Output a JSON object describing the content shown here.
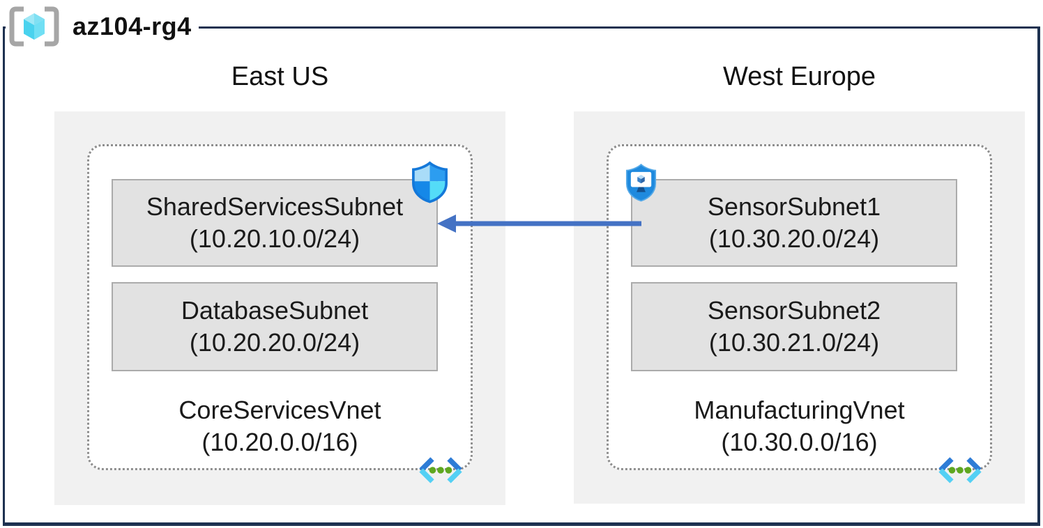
{
  "resource_group": {
    "name": "az104-rg4"
  },
  "regions": [
    {
      "name": "East US",
      "vnet": {
        "name": "CoreServicesVnet",
        "cidr": "(10.20.0.0/16)",
        "subnets": [
          {
            "name": "SharedServicesSubnet",
            "cidr": "(10.20.10.0/24)"
          },
          {
            "name": "DatabaseSubnet",
            "cidr": "(10.20.20.0/24)"
          }
        ]
      }
    },
    {
      "name": "West Europe",
      "vnet": {
        "name": "ManufacturingVnet",
        "cidr": "(10.30.0.0/16)",
        "subnets": [
          {
            "name": "SensorSubnet1",
            "cidr": "(10.30.20.0/24)"
          },
          {
            "name": "SensorSubnet2",
            "cidr": "(10.30.21.0/24)"
          }
        ]
      }
    }
  ],
  "connection": {
    "from": "SensorSubnet1",
    "to": "SharedServicesSubnet",
    "direction": "right-to-left"
  },
  "icons": {
    "resource_group": "resource-group-brackets-cube-icon",
    "nsg_shield": "network-security-shield-icon",
    "protected_vm": "shield-monitor-icon",
    "virtual_network": "vnet-chevron-dots-icon"
  },
  "colors": {
    "frame": "#1d3150",
    "region_fill": "#f1f1f1",
    "subnet_fill": "#e2e2e2",
    "subnet_border": "#ababab",
    "vnet_dotted_border": "#8e8e8e",
    "arrow": "#4472c4",
    "shield_blue": "#1f8ade",
    "cube_cyan": "#49d2ee",
    "dot_green": "#5ea71f"
  }
}
